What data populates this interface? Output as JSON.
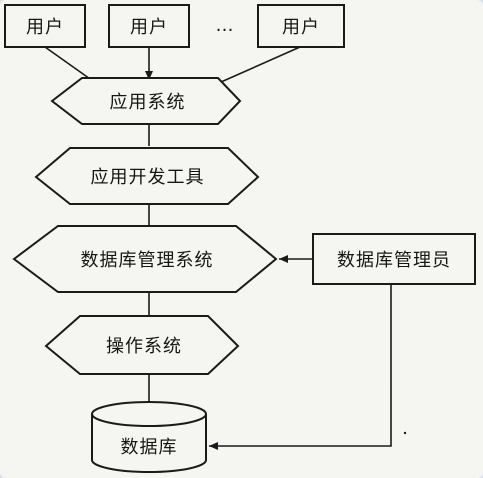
{
  "diagram": {
    "users": [
      "用户",
      "用户",
      "用户"
    ],
    "ellipsis": "…",
    "app_system": "应用系统",
    "dev_tools": "应用开发工具",
    "dbms": "数据库管理系统",
    "os": "操作系统",
    "database": "数据库",
    "dba": "数据库管理员"
  },
  "colors": {
    "ink": "#1a1a1a",
    "paper": "#f5f6f1"
  }
}
